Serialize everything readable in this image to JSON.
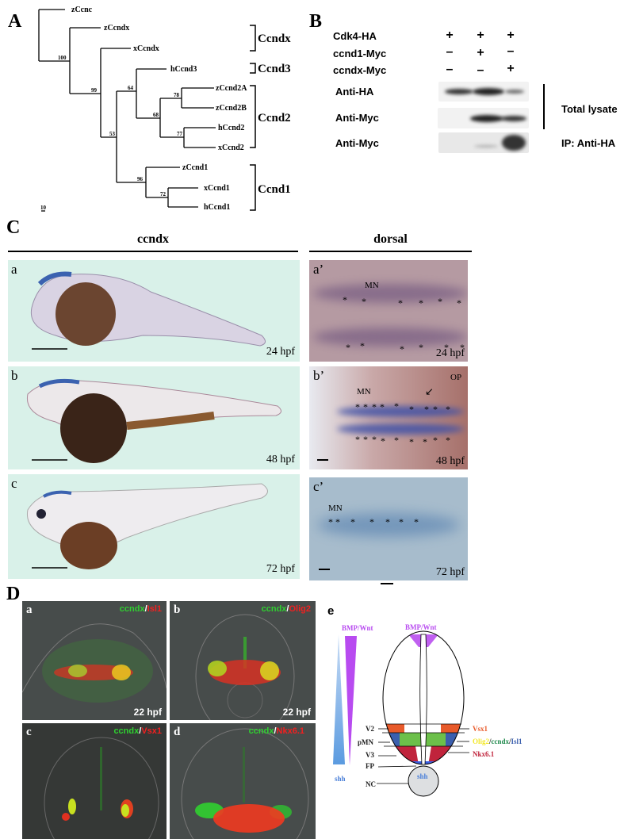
{
  "panelA": {
    "label": "A",
    "taxa": [
      "zCcnc",
      "zCcndx",
      "xCcndx",
      "hCcnd3",
      "zCcnd2A",
      "zCcnd2B",
      "hCcnd2",
      "xCcnd2",
      "zCcnd1",
      "xCcnd1",
      "hCcnd1"
    ],
    "bootstrap": [
      "100",
      "99",
      "53",
      "64",
      "68",
      "78",
      "77",
      "96",
      "72"
    ],
    "groups": [
      "Ccndx",
      "Ccnd3",
      "Ccnd2",
      "Ccnd1"
    ],
    "scale": "10"
  },
  "panelB": {
    "label": "B",
    "rows": [
      {
        "name": "Cdk4-HA",
        "signs": [
          "+",
          "+",
          "+"
        ]
      },
      {
        "name": "ccnd1-Myc",
        "signs": [
          "–",
          "+",
          "–"
        ]
      },
      {
        "name": "ccndx-Myc",
        "signs": [
          "–",
          "–",
          "+"
        ]
      }
    ],
    "blots": [
      "Anti-HA",
      "Anti-Myc",
      "Anti-Myc"
    ],
    "total_lysate": "Total lysate",
    "ip": "IP: Anti-HA"
  },
  "panelC": {
    "label": "C",
    "left_header": "ccndx",
    "right_header": "dorsal",
    "left": [
      {
        "sub": "a",
        "stage": "24 hpf"
      },
      {
        "sub": "b",
        "stage": "48 hpf"
      },
      {
        "sub": "c",
        "stage": "72 hpf"
      }
    ],
    "right": [
      {
        "sub": "a’",
        "stage": "24 hpf",
        "mn": "MN"
      },
      {
        "sub": "b’",
        "stage": "48 hpf",
        "mn": "MN",
        "op": "OP"
      },
      {
        "sub": "c’",
        "stage": "72 hpf",
        "mn": "MN"
      }
    ],
    "star": "*"
  },
  "panelD": {
    "label": "D",
    "panels": [
      {
        "sub": "a",
        "green": "ccndx",
        "sep": "/",
        "red": "Isl1",
        "stage": "22 hpf"
      },
      {
        "sub": "b",
        "green": "ccndx",
        "sep": "/",
        "red": "Olig2",
        "stage": "22 hpf"
      },
      {
        "sub": "c",
        "green": "ccndx",
        "sep": "/",
        "red": "Vsx1"
      },
      {
        "sub": "d",
        "green": "ccndx",
        "sep": "/",
        "red": "Nkx6.1"
      }
    ]
  },
  "panelE": {
    "label": "e",
    "bmp_left": "BMP/Wnt",
    "bmp_top": "BMP/Wnt",
    "shh_left": "shh",
    "shh_nc": "shh",
    "left_labels": [
      "V2",
      "pMN",
      "V3",
      "FP",
      "NC"
    ],
    "vsx1": "Vsx1",
    "olig2": "Olig2",
    "ccndx": "ccndx",
    "isl1": "Isl1",
    "slash": "/",
    "nkx": "Nkx6.1",
    "colors": {
      "purple": "#b84bf0",
      "blue": "#5b9be0",
      "orange": "#e85a2a",
      "green": "#6cc04a",
      "navy": "#3b5fae",
      "red": "#c0243c",
      "yellow": "#f3e82a",
      "dkgreen": "#1f8a4c"
    }
  }
}
